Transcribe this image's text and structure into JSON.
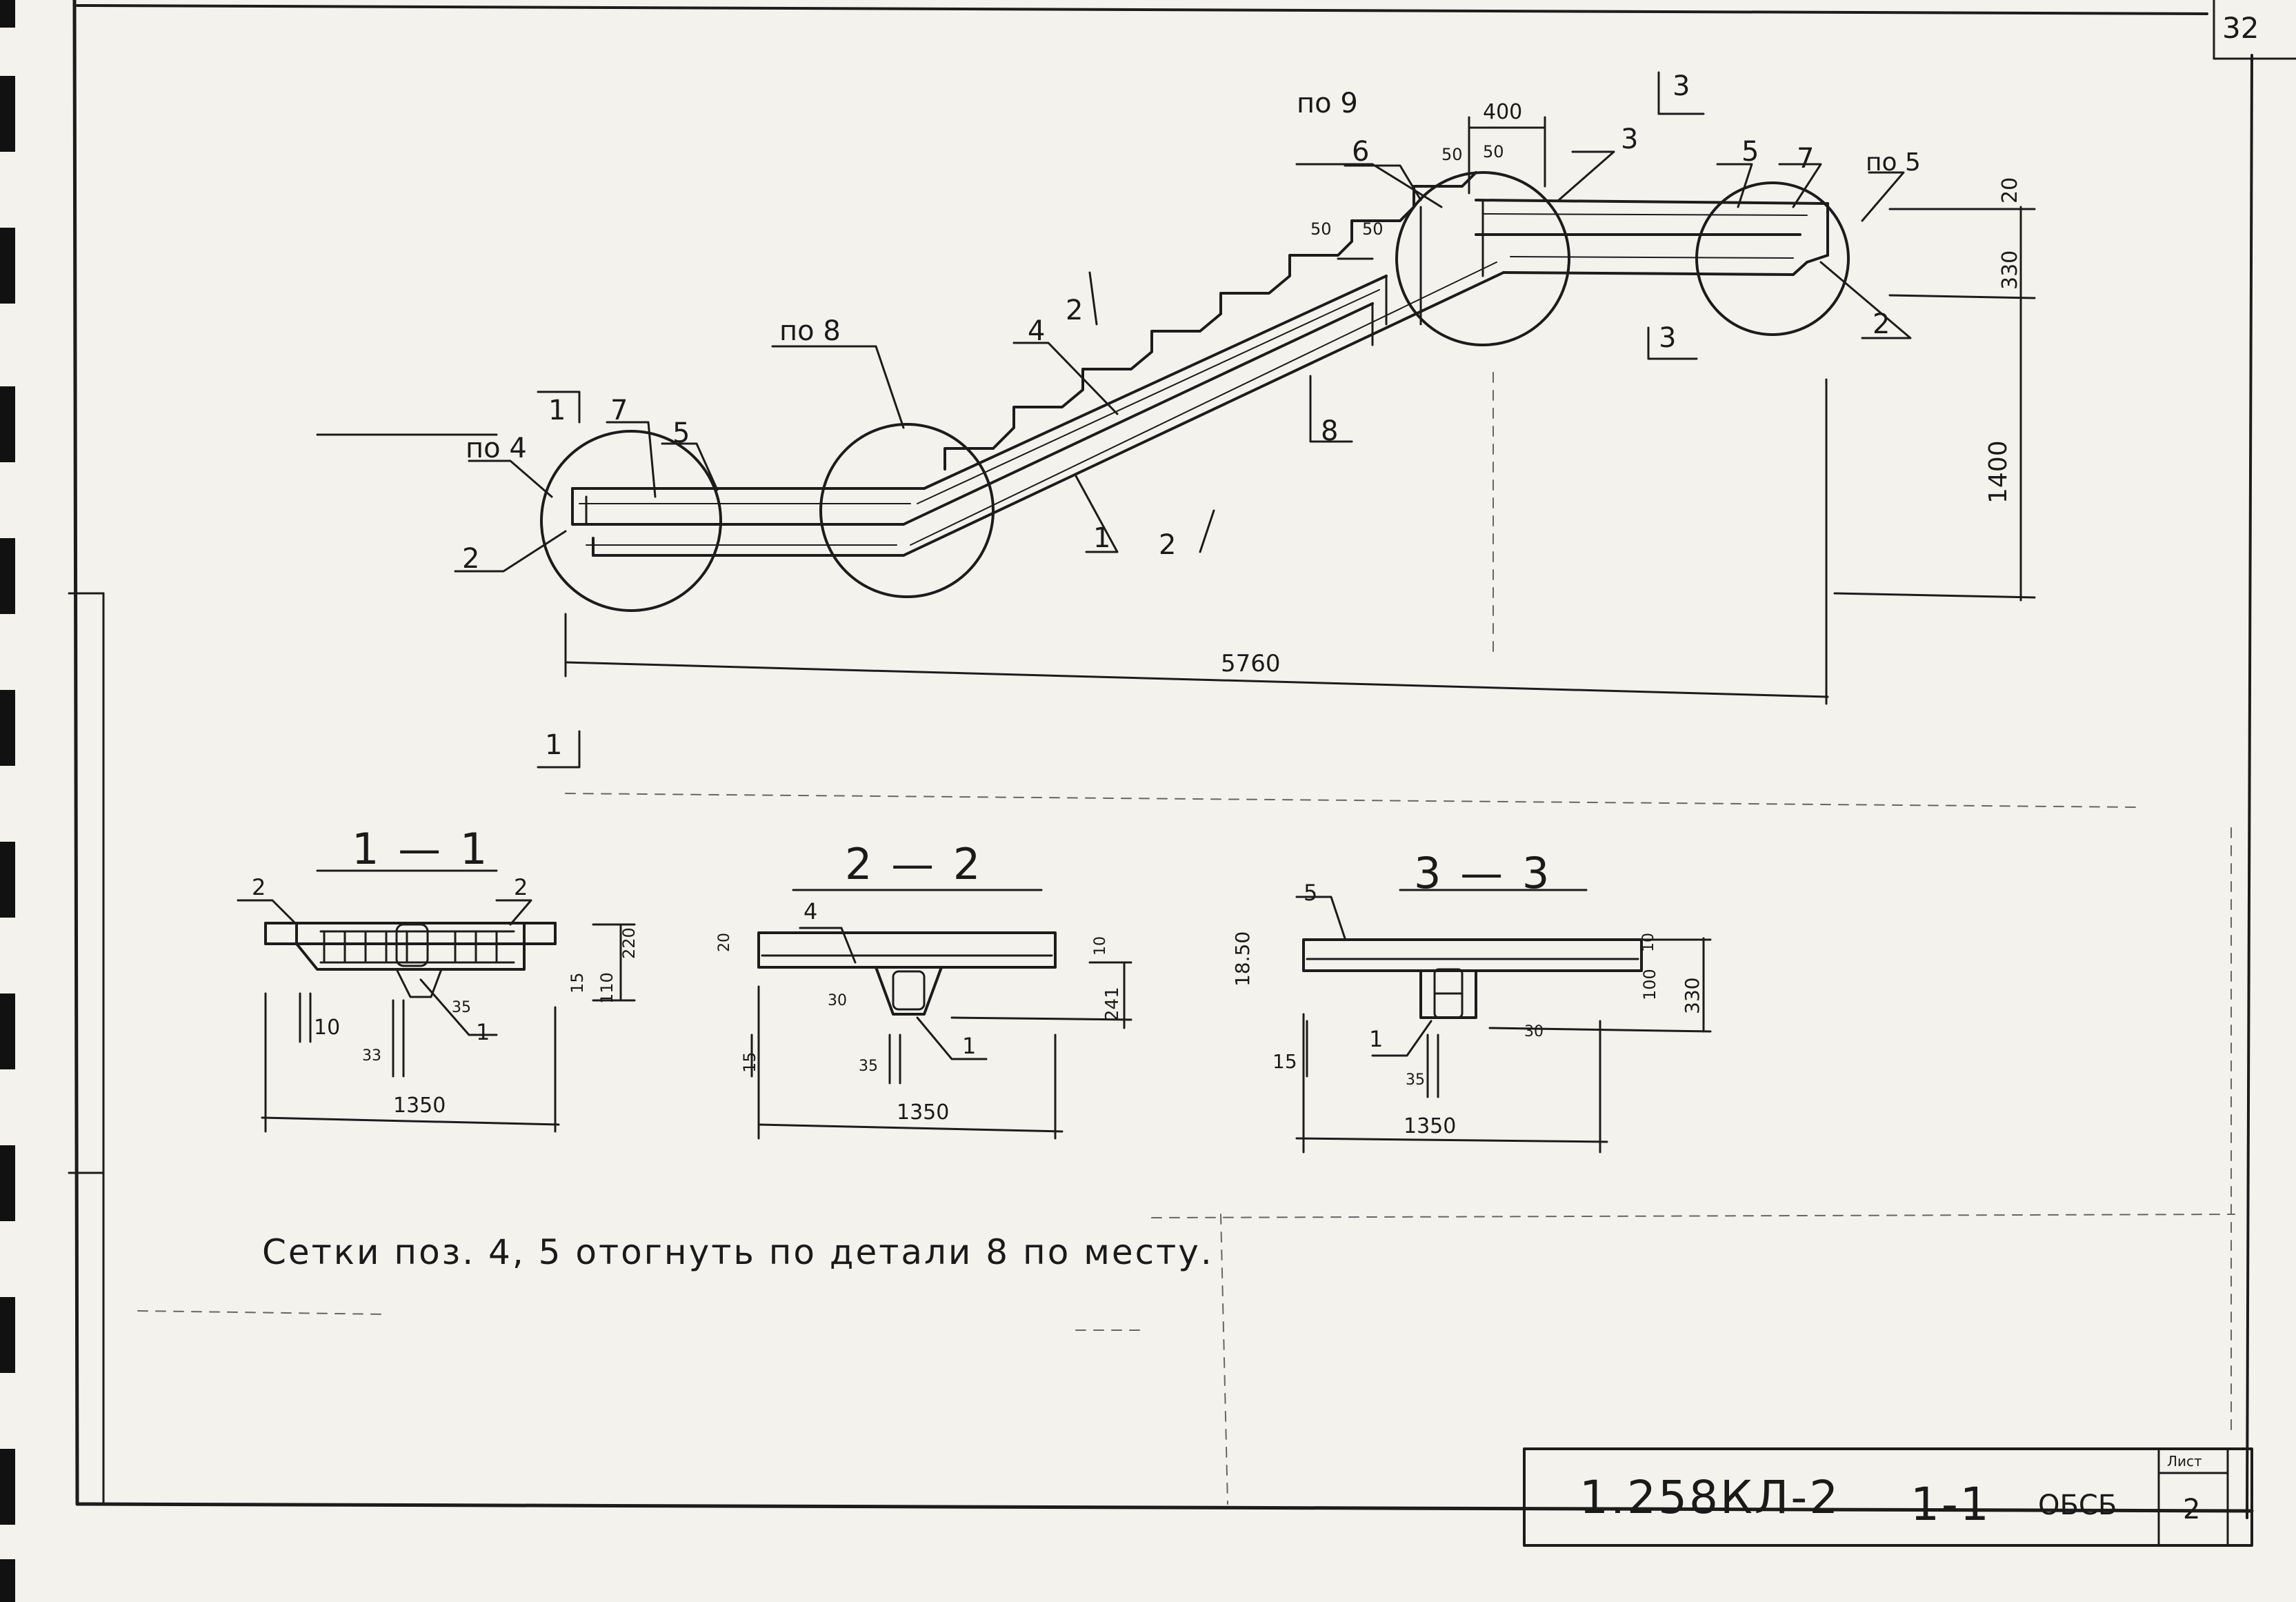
{
  "sheet_number_corner": "32",
  "main_view": {
    "overall_length": "5760",
    "height_dim": "1400",
    "top_dim_400": "400",
    "dims_50": [
      "50",
      "50",
      "50",
      "50"
    ],
    "dim_330": "330",
    "dim_20": "20",
    "section_marks": [
      "1",
      "1",
      "2",
      "2",
      "3",
      "3"
    ],
    "callouts": {
      "po4": "по 4",
      "po5": "по 5",
      "po8": "по 8",
      "po9": "по 9"
    },
    "positions": [
      "1",
      "2",
      "2",
      "3",
      "4",
      "5",
      "5",
      "6",
      "7",
      "7",
      "8"
    ]
  },
  "sections": [
    {
      "title": "1 — 1",
      "width": "1350",
      "dims": [
        "10",
        "33",
        "35",
        "15",
        "110",
        "220"
      ],
      "positions": [
        "2",
        "2",
        "1"
      ]
    },
    {
      "title": "2 — 2",
      "width": "1350",
      "dims": [
        "20",
        "10",
        "35",
        "15",
        "30",
        "241"
      ],
      "positions": [
        "4",
        "1"
      ]
    },
    {
      "title": "3 — 3",
      "width": "1350",
      "dims": [
        "18.50",
        "10",
        "35",
        "15",
        "30",
        "330",
        "100"
      ],
      "positions": [
        "5",
        "1"
      ]
    }
  ],
  "note": "Сетки поз. 4, 5 отогнуть по детали 8 по месту.",
  "title_block": {
    "doc_code": "1.258КЛ-2",
    "mark": "1-1",
    "type": "ОБСБ",
    "sheet_label": "Лист",
    "sheet_no": "2"
  }
}
